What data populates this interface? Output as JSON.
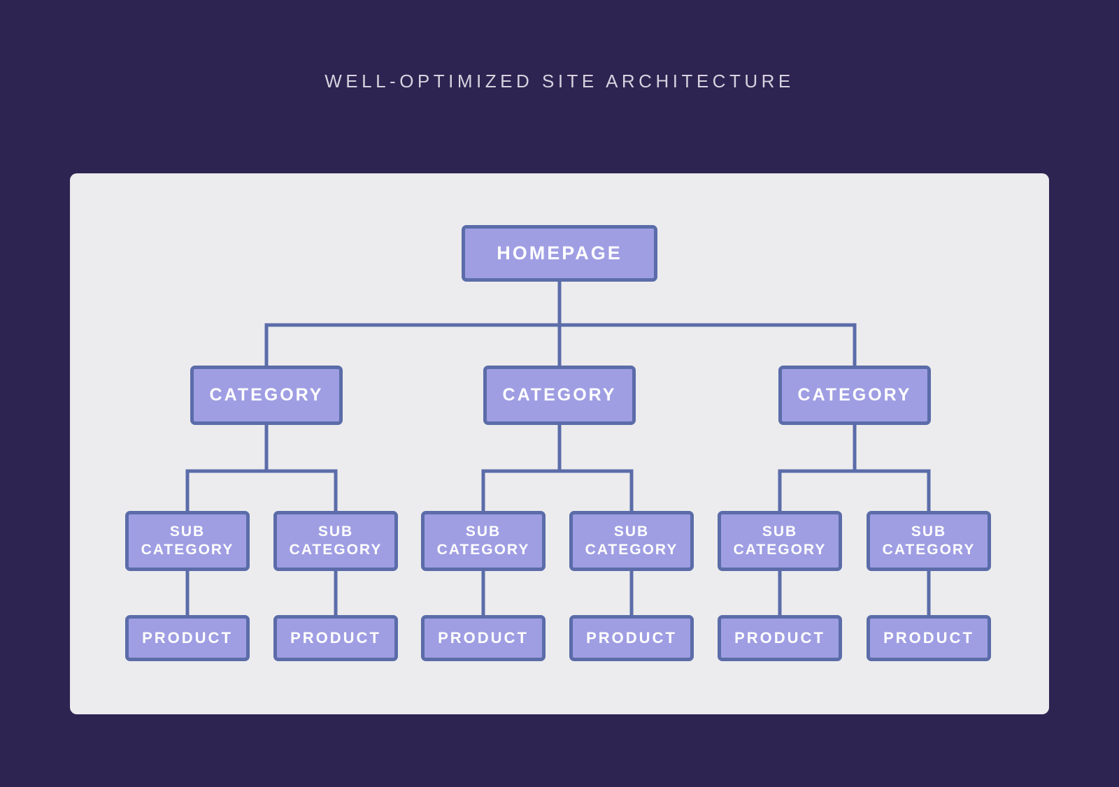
{
  "title": "WELL-OPTIMIZED SITE ARCHITECTURE",
  "colors": {
    "background": "#2e2452",
    "panel": "#ececee",
    "node_fill": "#9f9ee3",
    "node_border": "#5b6ca9",
    "connector": "#5b6ca9",
    "node_text": "#ffffff",
    "title_text": "#d6d3de"
  },
  "diagram": {
    "homepage": {
      "label": "HOMEPAGE"
    },
    "categories": [
      {
        "label": "CATEGORY",
        "children": [
          {
            "label": "SUB CATEGORY",
            "product": {
              "label": "PRODUCT"
            }
          },
          {
            "label": "SUB CATEGORY",
            "product": {
              "label": "PRODUCT"
            }
          }
        ]
      },
      {
        "label": "CATEGORY",
        "children": [
          {
            "label": "SUB CATEGORY",
            "product": {
              "label": "PRODUCT"
            }
          },
          {
            "label": "SUB CATEGORY",
            "product": {
              "label": "PRODUCT"
            }
          }
        ]
      },
      {
        "label": "CATEGORY",
        "children": [
          {
            "label": "SUB CATEGORY",
            "product": {
              "label": "PRODUCT"
            }
          },
          {
            "label": "SUB CATEGORY",
            "product": {
              "label": "PRODUCT"
            }
          }
        ]
      }
    ]
  }
}
